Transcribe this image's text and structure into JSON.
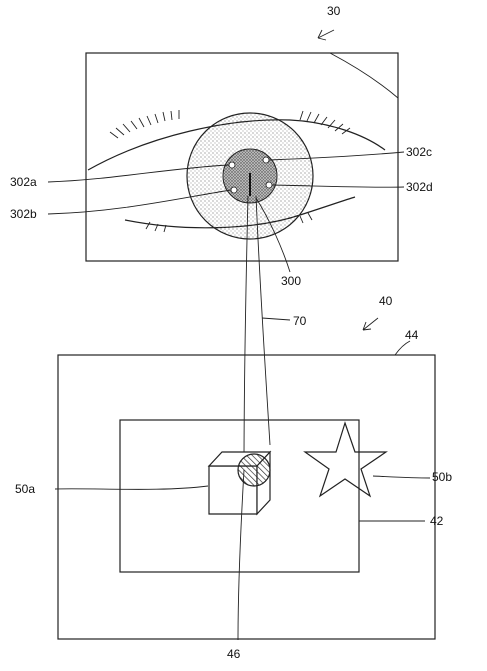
{
  "labels": {
    "eye_image": "30",
    "target_light": "302a",
    "target_light_b": "302b",
    "target_light_c": "302c",
    "target_light_d": "302d",
    "cornea": "300",
    "gaze_ray": "70",
    "display_device": "40",
    "display_frame": "44",
    "display_screen": "42",
    "object_a": "50a",
    "object_b": "50b",
    "gaze_point": "46"
  },
  "colors": {
    "line": "#222222",
    "background": "#ffffff"
  }
}
